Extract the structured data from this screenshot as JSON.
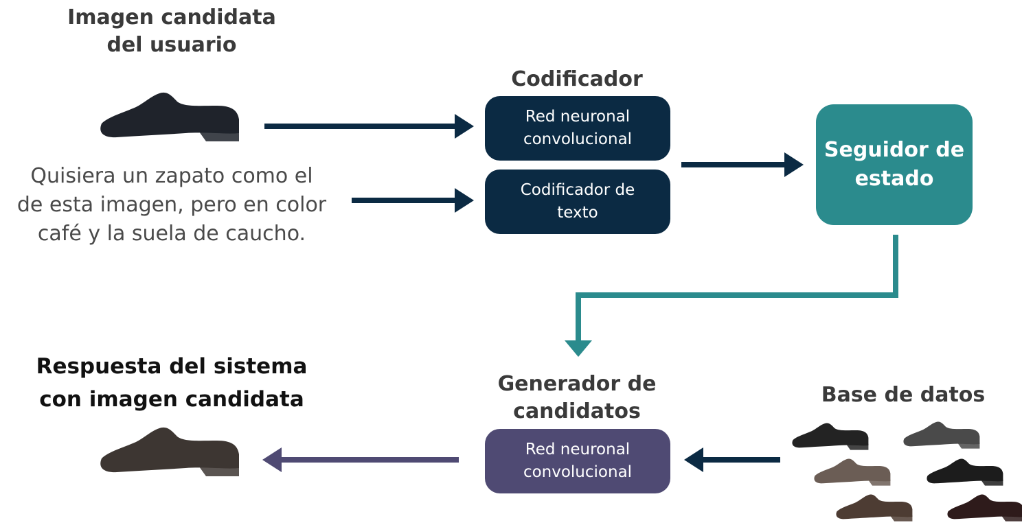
{
  "user_input": {
    "title": "Imagen candidata\ndel usuario",
    "query": "Quisiera un zapato como el\nde esta imagen, pero en color\ncafé y la suela de caucho."
  },
  "encoder": {
    "title": "Codificador",
    "cnn_label": "Red neuronal\nconvolucional",
    "text_label": "Codificador de\ntexto"
  },
  "state_tracker": {
    "label": "Seguidor de\nestado"
  },
  "generator": {
    "title": "Generador de\ncandidatos",
    "cnn_label": "Red neuronal\nconvolucional"
  },
  "database": {
    "title": "Base de datos"
  },
  "response": {
    "title": "Respuesta del sistema\ncon imagen candidata"
  },
  "colors": {
    "navy": "#0b2a43",
    "teal": "#2b8b8d",
    "purple": "#4f4a73",
    "shoe_black": "#1f232b",
    "shoe_brown": "#3d3632"
  },
  "icons": [
    "shoe-icon"
  ]
}
